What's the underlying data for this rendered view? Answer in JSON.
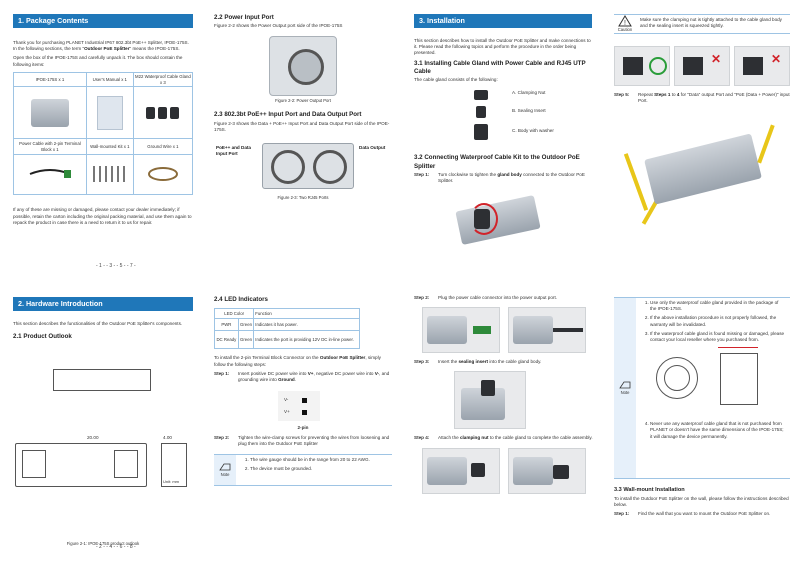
{
  "p1": {
    "header": "1. Package Contents",
    "intro_a": "Thank you for purchasing PLANET Industrial IP67 802.3bt PoE++ Splitter, IPOE-175S. In the following sections, the term \"",
    "intro_b": "Outdoor PoE Splitter",
    "intro_c": "\" means the IPOE-175S.",
    "intro2": "Open the box of the IPOE-175S and carefully unpack it. The box should contain the following items:",
    "items_row1": [
      "IPOE-175S x 1",
      "User's Manual x 1",
      "M22 Waterproof Cable Gland x 3"
    ],
    "items_row2": [
      "Power Cable with 2-pin Terminal Block x 1",
      "Wall-mounted Kit x 1",
      "Ground Wire x 1"
    ],
    "missing": "If any of these are missing or damaged, please contact your dealer immediately; if possible, retain the carton including the original packing material, and use them again to repack the product in case there is a need to return it to us for repair.",
    "page": "- 1 - - 3 - - 5 - - 7 -"
  },
  "p2": {
    "s22_title": "2.2  Power Input Port",
    "s22_text": "Figure 2-2 shows the Power Output port side of the IPOE-175S",
    "fig22": "Figure 2-2:  Power Output Port",
    "s23_title": "2.3  802.3bt PoE++ Input Port and Data Output Port",
    "s23_text": "Figure 2-3 shows the Data + PoE++ Input Port and Data Output Port side of the IPOE-175S.",
    "label_left": "PoE++ and Data Input Port",
    "label_right": "Data Output",
    "fig23": "Figure 2-3:  Two RJ45 Ports"
  },
  "p3": {
    "header": "3. Installation",
    "intro": "This section describes how to install the Outdoor PoE Splitter and make connections to it. Please read the following topics and perform the procedure in the order being presented.",
    "s31_title": "3.1  Installing Cable Gland with Power Cable and RJ45 UTP Cable",
    "s31_text": "The cable gland consists of the following:",
    "parts": [
      "A. Clamping Nut",
      "B. Sealing Insert",
      "C. Body with washer"
    ],
    "s32_title": "3.2  Connecting Waterproof Cable Kit to the Outdoor PoE Splitter",
    "step1_label": "Step 1:",
    "step1_a": "Turn clockwise to tighten the ",
    "step1_b": "gland body",
    "step1_c": " connected to the Outdoor PoE Splitter."
  },
  "p4": {
    "caution_label": "Caution",
    "caution_text": "Make sure the clamping nut is tightly attached to the cable gland body and the sealing insert is squeezed tightly.",
    "step5_label": "Step 5:",
    "step5_a": "Repeat ",
    "step5_b": "Steps 1",
    "step5_c": " to ",
    "step5_d": "4",
    "step5_e": " for \"Data\" output Port and \"PoE (Data + Power)\" input Port."
  },
  "p5": {
    "header": "2. Hardware Introduction",
    "intro": "This section describes the functionalities of the Outdoor PoE Splitter's components.",
    "s21_title": "2.1  Product Outlook",
    "dim1": "20.00",
    "dim2": "4.00",
    "unit": "Unit: mm",
    "fig21": "Figure 2-1:  IPOE-175S product outlook",
    "page": "- 2 - - 4 - - 6 - - 8 -"
  },
  "p6": {
    "s24_title": "2.4  LED Indicators",
    "led_head": [
      "LED Color",
      "Function"
    ],
    "led_rows": [
      [
        "PWR",
        "Green",
        "Indicates it has power."
      ],
      [
        "DC Ready",
        "Green",
        "Indicates the port is providing 12V DC in-line power."
      ]
    ],
    "intro_a": "To install the 2-pin Terminal Block Connector on the ",
    "intro_b": "Outdoor PoE Splitter",
    "intro_c": ", simply follow the following steps:",
    "step1_label": "Step 1:",
    "step1_a": "Insert positive DC power wire into ",
    "step1_b": "V+",
    "step1_c": ", negative DC power wire into ",
    "step1_d": "V-",
    "step1_e": ", and grounding wire into ",
    "step1_f": "Ground",
    "step1_g": ".",
    "pin_v1": "V-",
    "pin_v2": "V+",
    "pin_label": "2-pin",
    "step2_label": "Step 2:",
    "step2_text": "Tighten the wire-clamp screws for preventing the wires from loosening and plug them into the Outdoor PoE Splitter",
    "note_label": "Note",
    "note_items": [
      "The wire gauge should be in the range from 20 to 22 AWG.",
      "The device must be grounded."
    ]
  },
  "p7": {
    "step2_label": "Step 2:",
    "step2_text": "Plug the power cable connector into the power output port.",
    "step3_label": "Step 3:",
    "step3_a": "Insert the ",
    "step3_b": "sealing insert",
    "step3_c": " into the cable gland body.",
    "step4_label": "Step 4:",
    "step4_a": "Attach the ",
    "step4_b": "clamping nut",
    "step4_c": " to the cable gland to complete the cable assembly."
  },
  "p8": {
    "note_label": "Note",
    "notes": [
      "Use only the waterproof cable gland provided in the package of the IPOE-175S.",
      "If the above installation procedure is not properly followed, the warranty will be invalidated.",
      "If the waterproof cable gland is found missing or damaged, please contact your local reseller where you purchased from.",
      "Never use any waterproof cable gland that is not purchased from PLANET or doesn't have the same dimensions of the IPOE-175S; it will damage the device permanently."
    ],
    "s33_title": "3.3  Wall-mount Installation",
    "s33_text": "To install the Outdoor PoE Splitter on the wall, please follow the instructions described below.",
    "step1_label": "Step 1:",
    "step1_text": "Find the wall that you want to mount the Outdoor PoE Splitter on."
  },
  "colors": {
    "header_blue": "#1f77b9",
    "table_border": "#9ec4e4",
    "cable_yellow": "#e8c619",
    "arrow_red": "#d1232a",
    "check_green": "#2a9d3a"
  }
}
